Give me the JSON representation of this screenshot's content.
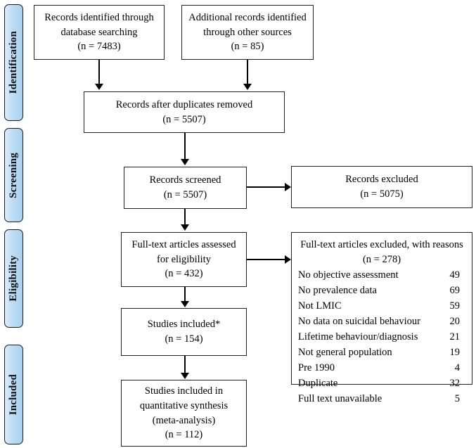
{
  "stages": [
    {
      "label": "Identification"
    },
    {
      "label": "Screening"
    },
    {
      "label": "Eligibility"
    },
    {
      "label": "Included"
    }
  ],
  "boxes": {
    "database_search": {
      "line1": "Records identified through",
      "line2": "database searching",
      "line3": "(n = 7483)"
    },
    "other_sources": {
      "line1": "Additional records identified",
      "line2": "through other sources",
      "line3": "(n = 85)"
    },
    "duplicates_removed": {
      "line1": "Records after duplicates removed",
      "line2": "(n = 5507)"
    },
    "records_screened": {
      "line1": "Records screened",
      "line2": "(n = 5507)"
    },
    "records_excluded": {
      "line1": "Records excluded",
      "line2": "(n = 5075)"
    },
    "fulltext_assessed": {
      "line1": "Full-text articles assessed",
      "line2": "for eligibility",
      "line3": "(n = 432)"
    },
    "studies_included": {
      "line1": "Studies included*",
      "line2": "(n = 154)"
    },
    "quantitative_synthesis": {
      "line1": "Studies included in",
      "line2": "quantitative synthesis",
      "line3": "(meta-analysis)",
      "line4": "(n = 112)"
    },
    "fulltext_excluded": {
      "header1": "Full-text articles excluded, with reasons",
      "header2": "(n = 278)",
      "reasons": [
        {
          "label": "No objective assessment",
          "count": "49"
        },
        {
          "label": "No prevalence data",
          "count": "69"
        },
        {
          "label": "Not LMIC",
          "count": "59"
        },
        {
          "label": "No data on suicidal behaviour",
          "count": "20"
        },
        {
          "label": "Lifetime behaviour/diagnosis",
          "count": "21"
        },
        {
          "label": "Not general population",
          "count": "19"
        },
        {
          "label": "Pre 1990",
          "count": "4"
        },
        {
          "label": "Duplicate",
          "count": "32"
        },
        {
          "label": "Full text unavailable",
          "count": "5"
        }
      ]
    }
  },
  "colors": {
    "tab_fill_light": "#dcecfa",
    "tab_fill_dark": "#a9d2f0",
    "box_border": "#231f20",
    "connector": "#000000"
  }
}
